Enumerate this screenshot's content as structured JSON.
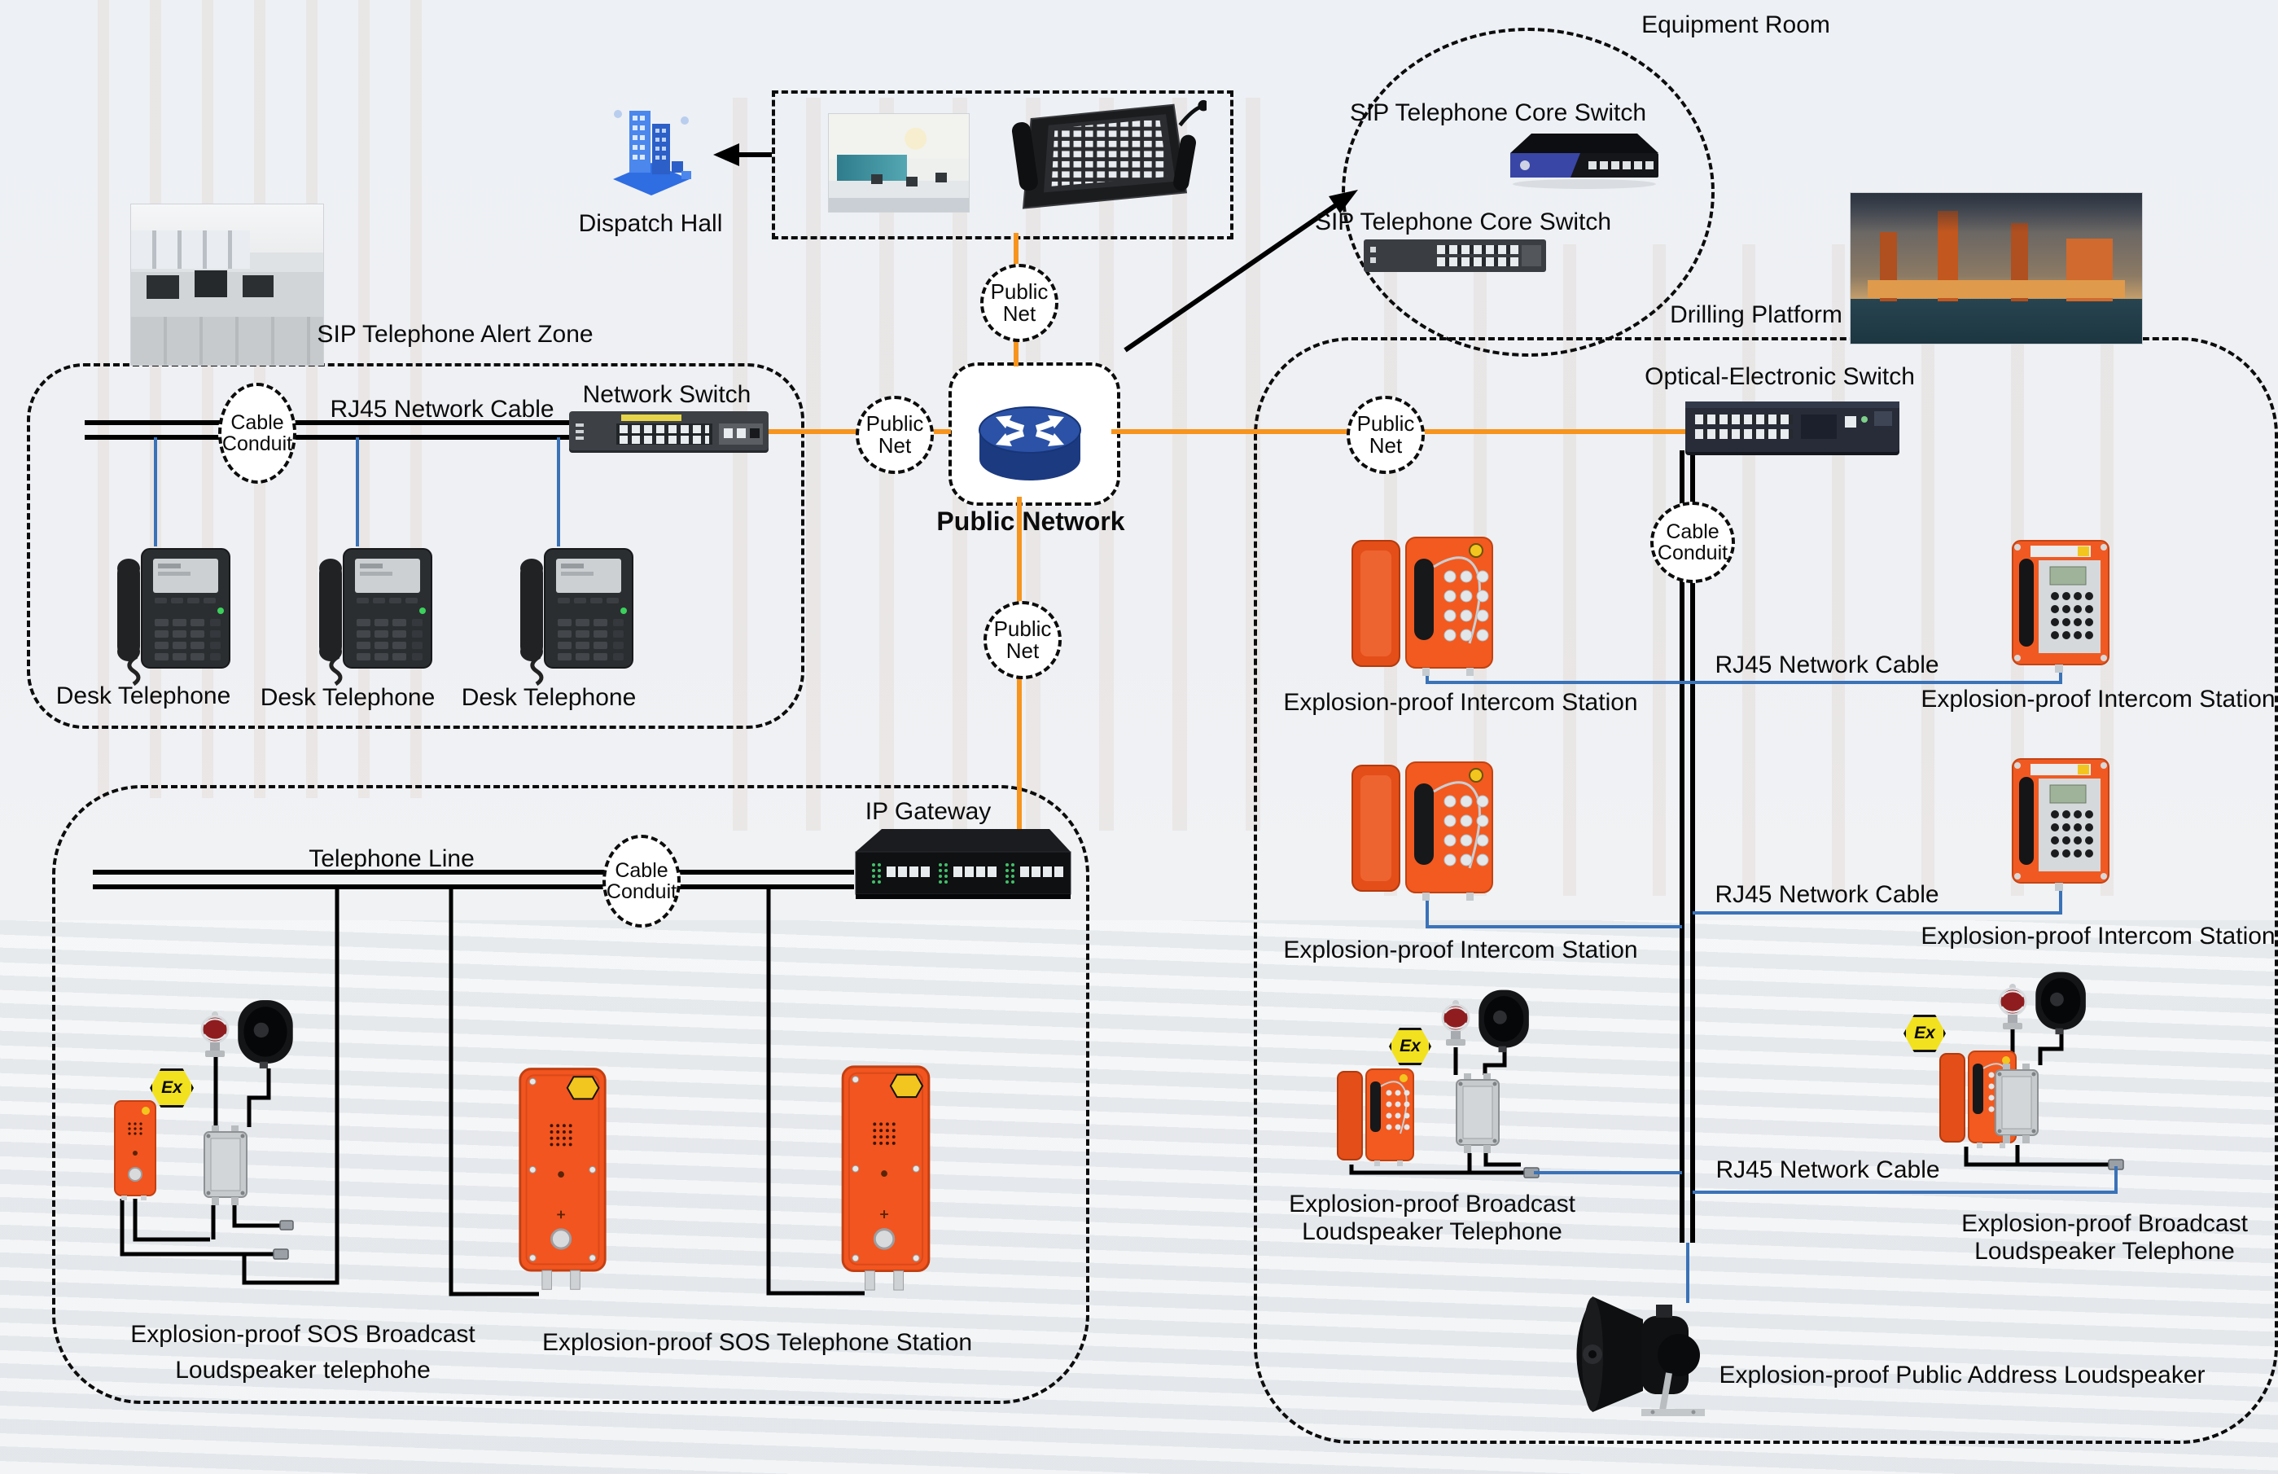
{
  "colors": {
    "accent_orange": "#f7941d",
    "line_blue": "#3a72b8",
    "device_orange": "#f05a22",
    "ex_yellow": "#f2e11e"
  },
  "equipment_room": {
    "title": "Equipment Room",
    "core_switch_label_1": "SIP Telephone Core Switch",
    "core_switch_label_2": "SIP Telephone Core Switch"
  },
  "dispatch": {
    "hall_label": "Dispatch Hall"
  },
  "alert_zone": {
    "title": "SIP Telephone Alert Zone",
    "cable_label": "RJ45 Network Cable",
    "conduit_label": "Cable Conduit",
    "switch_label": "Network Switch",
    "phone_labels": [
      "Desk Telephone",
      "Desk Telephone",
      "Desk Telephone"
    ]
  },
  "core": {
    "public_network_label": "Public Network",
    "public_net_label": "Public Net"
  },
  "drilling": {
    "title": "Drilling Platform",
    "switch_label": "Optical-Electronic Switch",
    "conduit_label": "Cable Conduit",
    "rj45_label": "RJ45 Network Cable",
    "intercom_labels": [
      "Explosion-proof Intercom Station",
      "Explosion-proof Intercom Station",
      "Explosion-proof Intercom Station",
      "Explosion-proof Intercom Station"
    ],
    "broadcast_label_lines": [
      "Explosion-proof Broadcast",
      "Loudspeaker Telephone"
    ],
    "pa_label": "Explosion-proof Public Address Loudspeaker",
    "ex_mark": "Ex"
  },
  "gateway_zone": {
    "line_label": "Telephone Line",
    "conduit_label": "Cable Conduit",
    "gateway_label": "IP Gateway",
    "sos_broadcast_lines": [
      "Explosion-proof SOS Broadcast",
      "Loudspeaker telephohe"
    ],
    "sos_station_label": "Explosion-proof SOS Telephone Station",
    "ex_mark": "Ex"
  }
}
